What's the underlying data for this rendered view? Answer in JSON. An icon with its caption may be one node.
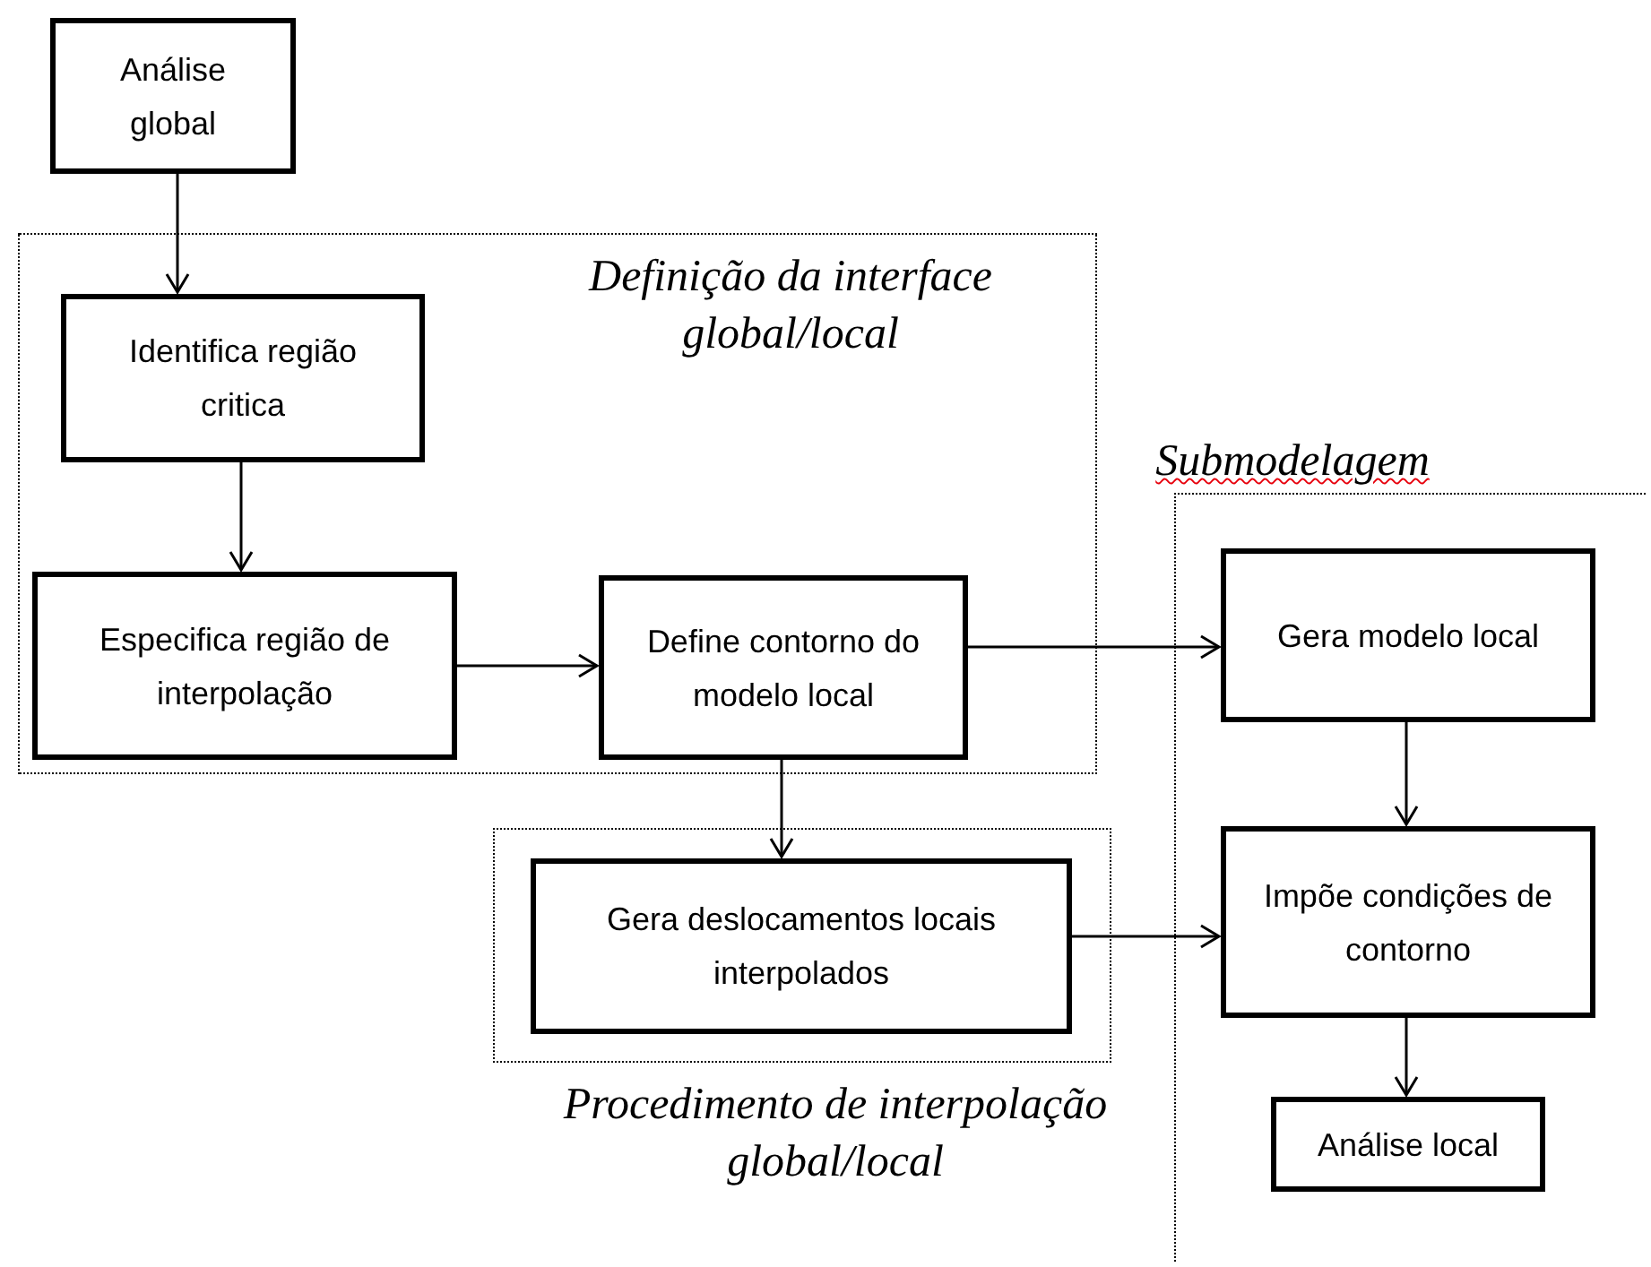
{
  "diagram": {
    "nodes": [
      {
        "text": [
          "Análise global"
        ]
      },
      {
        "text": [
          "Definição da interface global/local"
        ]
      },
      {
        "text": [
          "Identifica região critica"
        ],
        "in": 1
      },
      {
        "text": [
          "Especifica região de interpolação"
        ],
        "in": 1
      },
      {
        "text": [
          "Define contorno do modelo local"
        ],
        "in": 1
      },
      {
        "text": [
          "Submodelagem"
        ]
      },
      {
        "text": [
          "Gera modelo local"
        ],
        "in": 5
      },
      {
        "text": [
          "Procedimento de interpolação global/local"
        ]
      },
      {
        "text": [
          "Gera deslocamentos locais interpolados"
        ],
        "in": 7
      },
      {
        "text": [
          "Impõe condições de contorno"
        ],
        "in": 5
      },
      {
        "text": [
          "Análise local"
        ],
        "in": 5
      }
    ],
    "edges": [
      {
        "from": 0,
        "to": 2,
        "arrow": "to"
      },
      {
        "from": 2,
        "to": 3,
        "arrow": "to"
      },
      {
        "from": 3,
        "to": 4,
        "arrow": "to"
      },
      {
        "from": 4,
        "to": 6,
        "arrow": "to"
      },
      {
        "from": 4,
        "to": 8,
        "arrow": "to"
      },
      {
        "from": 6,
        "to": 9,
        "arrow": "to"
      },
      {
        "from": 8,
        "to": 9,
        "arrow": "to"
      },
      {
        "from": 9,
        "to": 10,
        "arrow": "to"
      }
    ]
  }
}
